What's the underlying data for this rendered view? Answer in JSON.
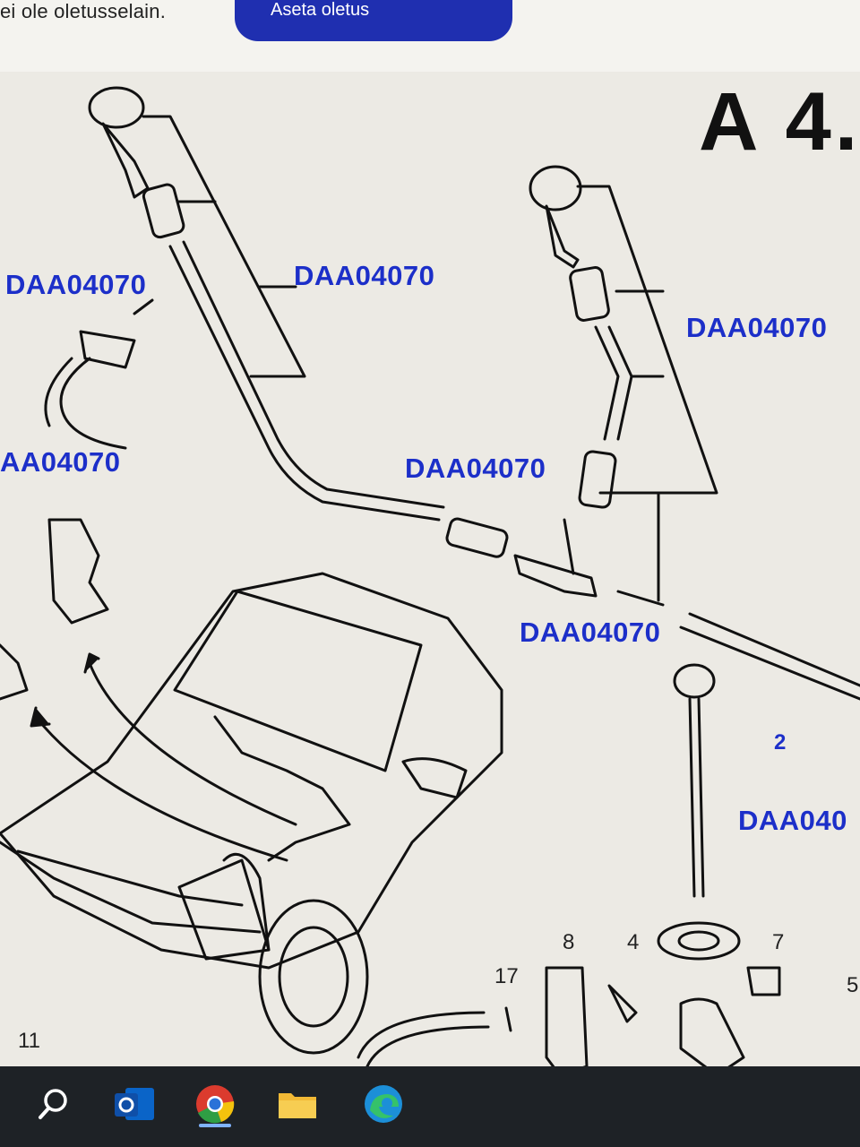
{
  "browser_notice": {
    "text": "ei ole oletusselain.",
    "button_label": "Aseta oletus"
  },
  "diagram": {
    "title": "A 4.",
    "callouts": [
      {
        "id": "c1",
        "label": "DAA04070"
      },
      {
        "id": "c2",
        "label": "DAA04070"
      },
      {
        "id": "c3",
        "label": "DAA04070"
      },
      {
        "id": "c4",
        "label": "AA04070"
      },
      {
        "id": "c5",
        "label": "DAA04070"
      },
      {
        "id": "c6",
        "label": "DAA04070"
      },
      {
        "id": "c7",
        "label": "DAA040"
      }
    ],
    "part_numbers": {
      "p2": "2",
      "p8": "8",
      "p4": "4",
      "p7": "7",
      "p17": "17",
      "p5": "5",
      "p11": "11"
    }
  },
  "taskbar": {
    "items": [
      {
        "name": "search-icon"
      },
      {
        "name": "outlook-icon"
      },
      {
        "name": "chrome-icon"
      },
      {
        "name": "file-explorer-icon"
      },
      {
        "name": "edge-icon"
      }
    ]
  },
  "colors": {
    "callout_blue": "#1c2fc9",
    "button_blue": "#1f2fb0",
    "taskbar": "#1e2226"
  }
}
